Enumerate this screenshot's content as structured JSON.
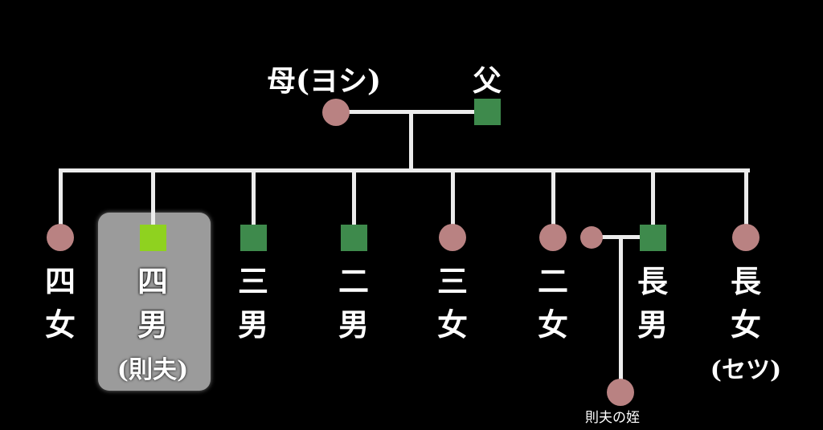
{
  "colors": {
    "female": "#b98282",
    "male": "#3e8a4c",
    "highlight_male": "#8fd21f",
    "line": "#ececec",
    "highlight_box": "#9b9b9b"
  },
  "parents": {
    "mother_label": "母(ヨシ)",
    "father_label": "父"
  },
  "children": [
    {
      "id": "yonjo",
      "gender": "female",
      "chars": [
        "四",
        "女"
      ],
      "sub": ""
    },
    {
      "id": "yonnan",
      "gender": "male",
      "chars": [
        "四",
        "男"
      ],
      "sub": "(則夫)",
      "highlight": true
    },
    {
      "id": "sannan",
      "gender": "male",
      "chars": [
        "三",
        "男"
      ],
      "sub": ""
    },
    {
      "id": "jinan",
      "gender": "male",
      "chars": [
        "二",
        "男"
      ],
      "sub": ""
    },
    {
      "id": "sanjo",
      "gender": "female",
      "chars": [
        "三",
        "女"
      ],
      "sub": ""
    },
    {
      "id": "jijo",
      "gender": "female",
      "chars": [
        "二",
        "女"
      ],
      "sub": ""
    },
    {
      "id": "chonan",
      "gender": "male",
      "chars": [
        "長",
        "男"
      ],
      "sub": ""
    },
    {
      "id": "chojo",
      "gender": "female",
      "chars": [
        "長",
        "女"
      ],
      "sub": "(セツ)"
    }
  ],
  "niece_label": "則夫の姪"
}
